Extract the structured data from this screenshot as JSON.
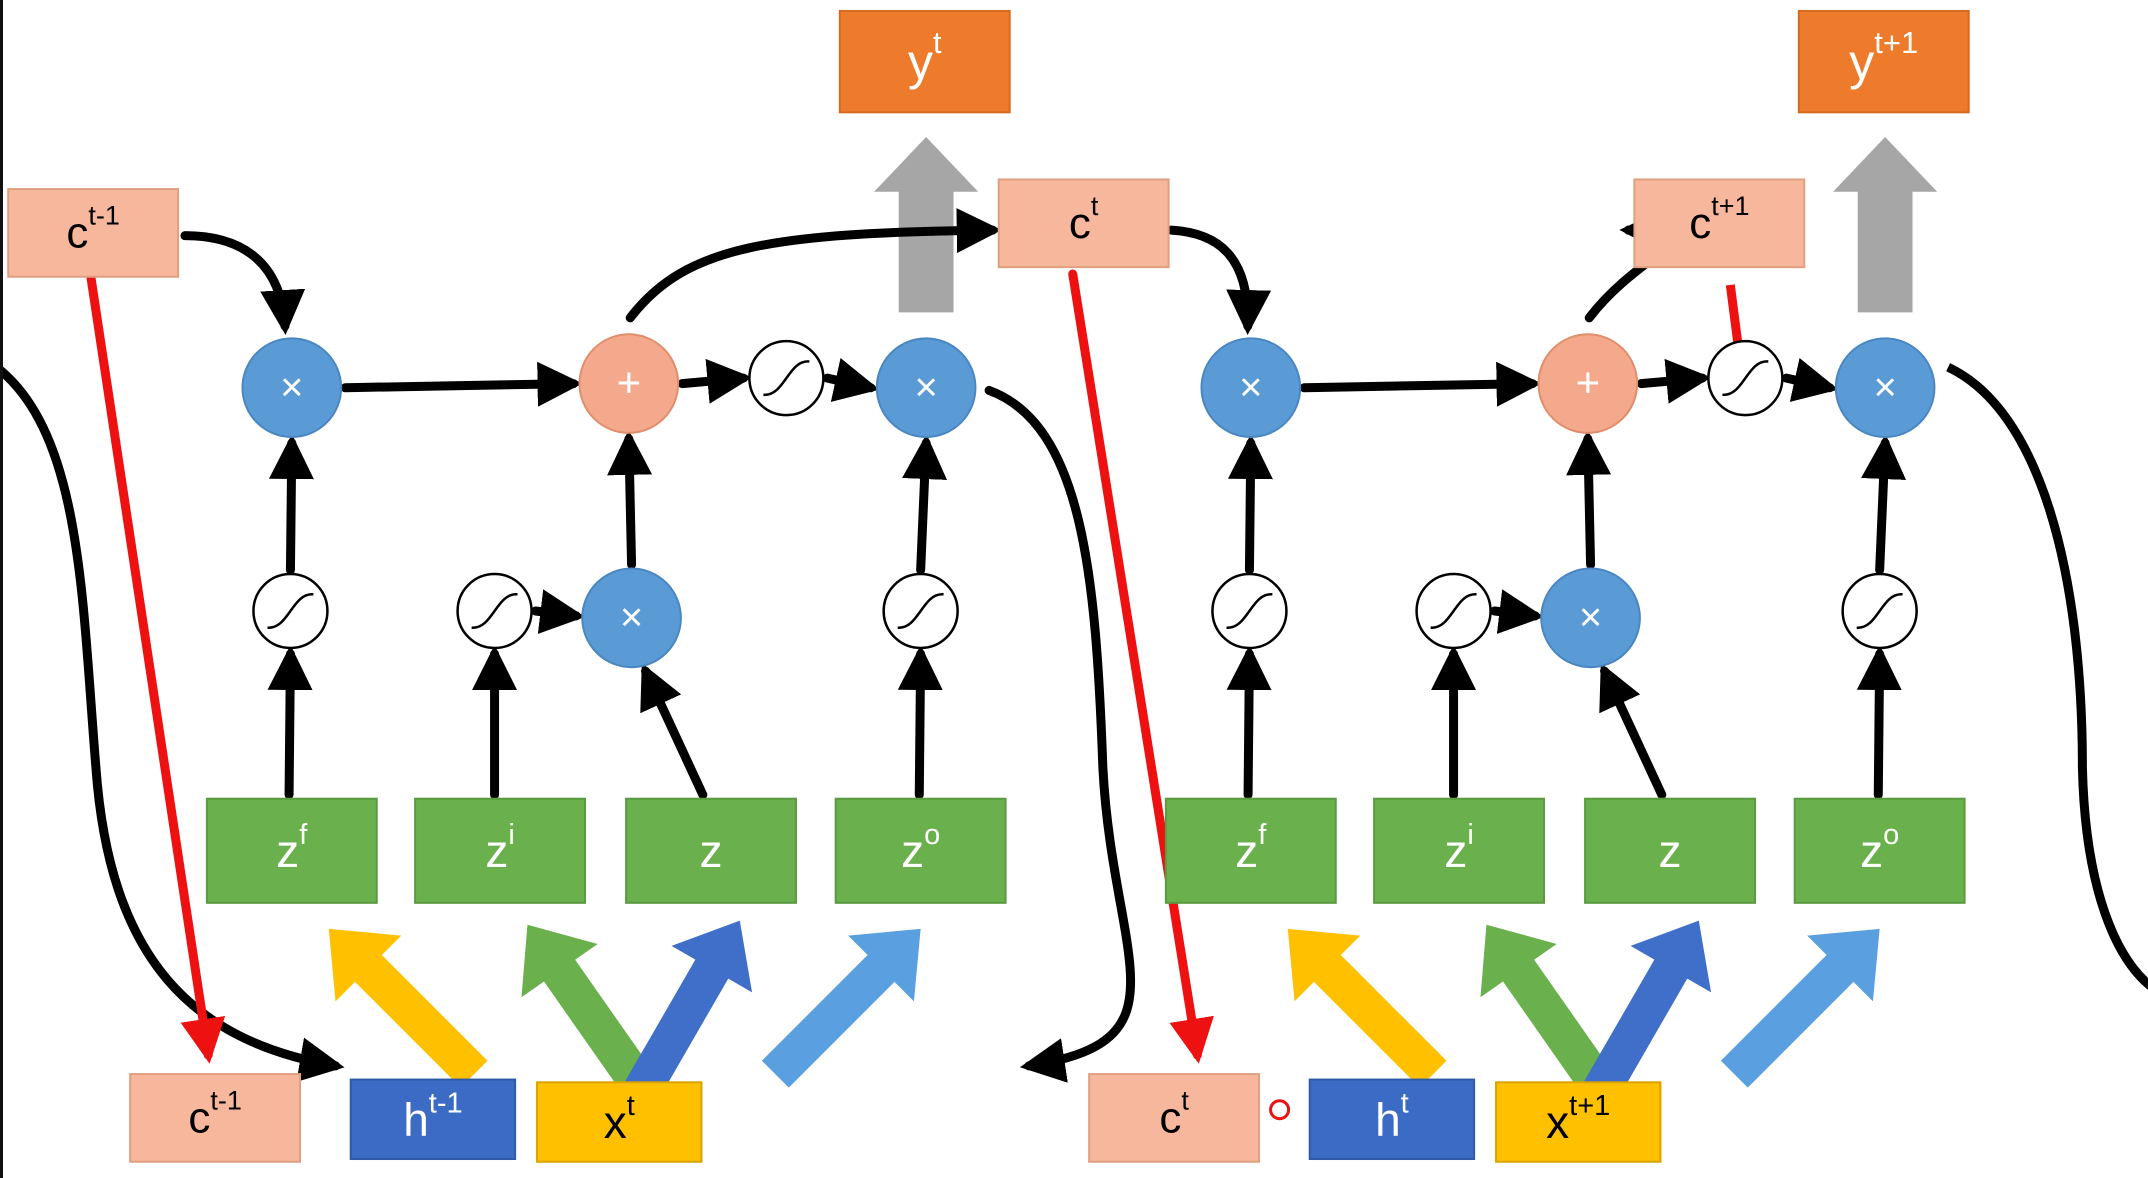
{
  "diagram": {
    "cells": [
      {
        "prev_c": {
          "base": "c",
          "sup": "t-1"
        },
        "output_y": {
          "base": "y",
          "sup": "t"
        },
        "next_c": {
          "base": "c",
          "sup": "t"
        },
        "inputs": {
          "c": {
            "base": "c",
            "sup": "t-1"
          },
          "h": {
            "base": "h",
            "sup": "t-1"
          },
          "x": {
            "base": "x",
            "sup": "t"
          }
        },
        "gates": [
          {
            "base": "z",
            "sup": "f"
          },
          {
            "base": "z",
            "sup": "i"
          },
          {
            "base": "z",
            "sup": ""
          },
          {
            "base": "z",
            "sup": "o"
          }
        ]
      },
      {
        "prev_c": {
          "base": "c",
          "sup": "t"
        },
        "output_y": {
          "base": "y",
          "sup": "t+1"
        },
        "next_c": {
          "base": "c",
          "sup": "t+1"
        },
        "inputs": {
          "c": {
            "base": "c",
            "sup": "t"
          },
          "h": {
            "base": "h",
            "sup": "t"
          },
          "x": {
            "base": "x",
            "sup": "t+1"
          }
        },
        "gates": [
          {
            "base": "z",
            "sup": "f"
          },
          {
            "base": "z",
            "sup": "i"
          },
          {
            "base": "z",
            "sup": ""
          },
          {
            "base": "z",
            "sup": "o"
          }
        ]
      }
    ],
    "symbols": {
      "multiply": "×",
      "add": "+"
    },
    "colors": {
      "cell_state_box": "#f6b79c",
      "output_box": "#ee7b2b",
      "gate_box": "#6ab04c",
      "multiply_node": "#5b9bd5",
      "add_node": "#f4a98c",
      "h_box": "#3b6bc4",
      "x_box": "#ffc000",
      "red_arrow": "#ee1111",
      "gray_arrow": "#a6a6a6",
      "input_arrow_f": "#ffc000",
      "input_arrow_i": "#6ab04c",
      "input_arrow_z": "#3f6fc9",
      "input_arrow_o": "#5a9fe0"
    }
  }
}
